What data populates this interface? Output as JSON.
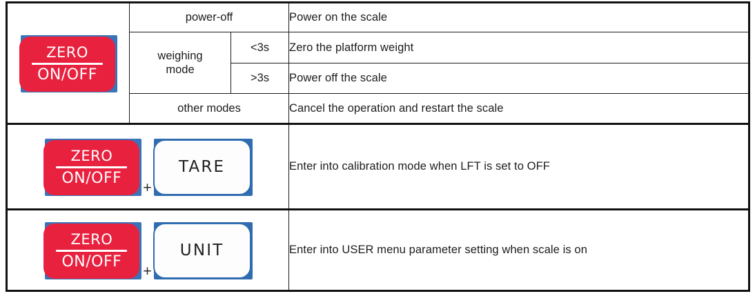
{
  "document": {
    "type": "key-function-table",
    "title": "Scale key function reference"
  },
  "keys": {
    "zero": {
      "name": "zero-on-off-key",
      "label_top": "ZERO",
      "label_bottom": "ON/OFF",
      "face_color": "#e8213f",
      "shadow_color": "#3a74b8",
      "text_color": "#ffffff"
    },
    "tare": {
      "name": "tare-key",
      "label": "TARE",
      "face_color": "#fdfdfd",
      "border_color": "#2f6cb0",
      "text_color": "#1f1f1f"
    },
    "unit": {
      "name": "unit-key",
      "label": "UNIT",
      "face_color": "#fdfdfd",
      "border_color": "#2f6cb0",
      "text_color": "#1f1f1f"
    }
  },
  "combiner": "+",
  "rows": [
    {
      "group": 1,
      "key": "zero",
      "states": [
        {
          "mode": "power-off",
          "duration": "",
          "description": "Power on the scale"
        },
        {
          "mode": "weighing mode",
          "mode_line_1": "weighing",
          "mode_line_2": "mode",
          "duration": "<3s",
          "description": "Zero the platform weight"
        },
        {
          "mode": "weighing mode",
          "duration": ">3s",
          "description": "Power off the scale"
        },
        {
          "mode": "other modes",
          "duration": "",
          "description": "Cancel the operation and restart the scale"
        }
      ]
    },
    {
      "group": 2,
      "combo": [
        "zero",
        "tare"
      ],
      "description": "Enter into calibration mode when LFT is set to OFF"
    },
    {
      "group": 3,
      "combo": [
        "zero",
        "unit"
      ],
      "description": "Enter into USER menu parameter setting when scale is on"
    }
  ]
}
